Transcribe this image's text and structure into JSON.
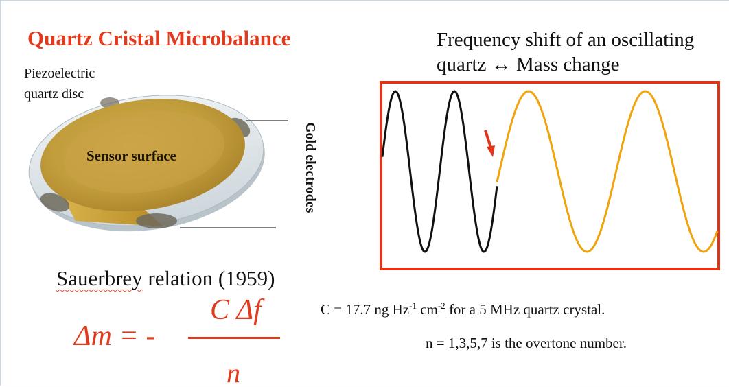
{
  "title": "Quartz Cristal Microbalance",
  "disc_label": "Piezoelectric\nquartz disc",
  "sensor_label": "Sensor surface",
  "gold_label": "Gold electrodes",
  "freq_title": "Frequency shift of an oscillating\nquartz ↔ Mass change",
  "sauerbrey": {
    "prefix": "Sauerbrey",
    "suffix": " relation (1959)"
  },
  "constant": {
    "pre": "C = 17.7 ng Hz",
    "exp1": "-1",
    "mid": " cm",
    "exp2": "-2",
    "post": " for a 5 MHz quartz crystal."
  },
  "overtone": "n = 1,3,5,7 is the overtone number.",
  "formula": {
    "lhs": "Δm = -",
    "numerator": "C Δf",
    "denominator": "n"
  },
  "colors": {
    "accent_red": "#e03b1f",
    "wave_before": "#111111",
    "wave_after": "#f0a30a",
    "gold": "#c9a640",
    "quartz": "#dfe6ea"
  },
  "icons": [
    "down-arrow-icon"
  ]
}
